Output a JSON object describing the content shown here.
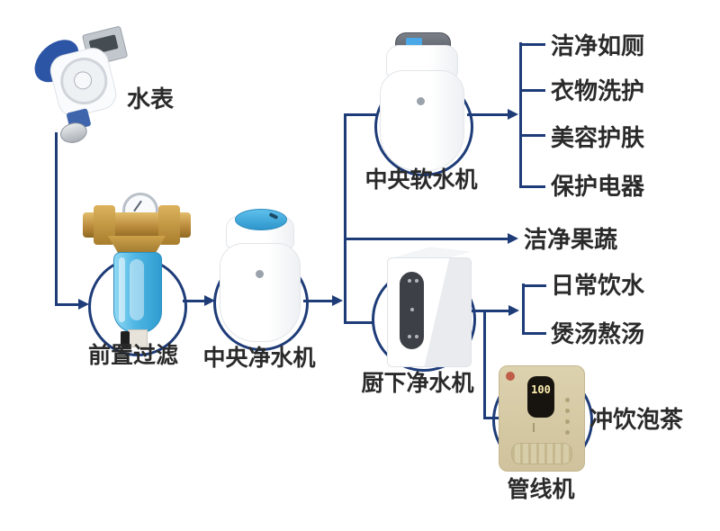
{
  "colors": {
    "connector": "#1e3c78",
    "label_text": "#2a2a2a",
    "brass": "#b8883a",
    "filter_blue": "#4fb6e4",
    "tank_top_blue": "#3ea6dc",
    "pipeline_gold": "#d5c8a2"
  },
  "nodes": {
    "water_meter": {
      "label": "水表"
    },
    "pre_filter": {
      "label": "前置过滤"
    },
    "central_purifier": {
      "label": "中央净水机"
    },
    "central_softener": {
      "label": "中央软水机"
    },
    "undersink_purifier": {
      "label": "厨下净水机"
    },
    "pipeline_machine": {
      "label": "管线机",
      "display_value": "100"
    }
  },
  "uses": {
    "softener_outputs": [
      {
        "label": "洁净如厕"
      },
      {
        "label": "衣物洗护"
      },
      {
        "label": "美容护肤"
      },
      {
        "label": "保护电器"
      }
    ],
    "purifier_output": {
      "label": "洁净果蔬"
    },
    "undersink_outputs": [
      {
        "label": "日常饮水"
      },
      {
        "label": "煲汤熬汤"
      }
    ],
    "pipeline_output": {
      "label": "冲饮泡茶"
    }
  }
}
